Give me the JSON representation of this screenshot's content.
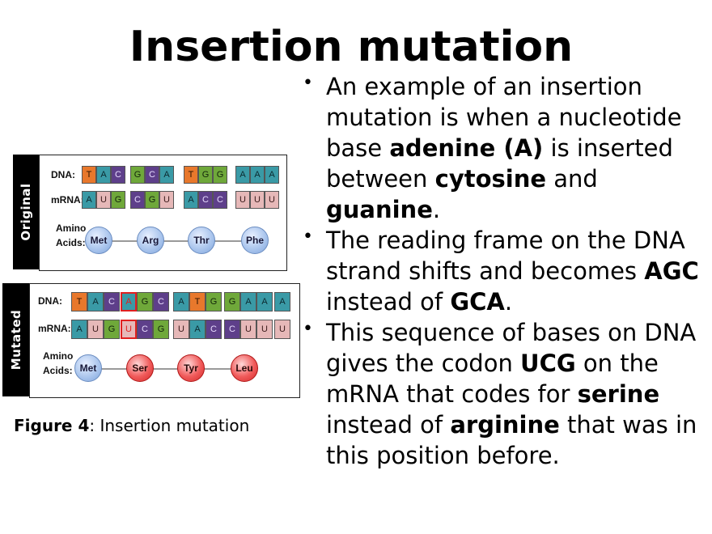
{
  "title": "Insertion mutation",
  "bullets": [
    [
      {
        "t": "An example of an insertion mutation is when a nucleotide base ",
        "b": false
      },
      {
        "t": "adenine (A)",
        "b": true
      },
      {
        "t": " is inserted between ",
        "b": false
      },
      {
        "t": "cytosine",
        "b": true
      },
      {
        "t": " and ",
        "b": false
      },
      {
        "t": "guanine",
        "b": true
      },
      {
        "t": ".",
        "b": false
      }
    ],
    [
      {
        "t": "The reading frame on the DNA strand shifts and becomes ",
        "b": false
      },
      {
        "t": "AGC",
        "b": true
      },
      {
        "t": " instead of ",
        "b": false
      },
      {
        "t": "GCA",
        "b": true
      },
      {
        "t": ".",
        "b": false
      }
    ],
    [
      {
        "t": "This sequence of bases on DNA gives the codon ",
        "b": false
      },
      {
        "t": "UCG",
        "b": true
      },
      {
        "t": " on the mRNA that codes for ",
        "b": false
      },
      {
        "t": "serine",
        "b": true
      },
      {
        "t": " instead of ",
        "b": false
      },
      {
        "t": "arginine",
        "b": true
      },
      {
        "t": " that was in this position before.",
        "b": false
      }
    ]
  ],
  "figure": {
    "caption_bold": "Figure 4",
    "caption_rest": ": Insertion mutation",
    "labels": {
      "dna": "DNA:",
      "mrna": "mRNA:",
      "amino1": "Amino",
      "amino2": "Acids:"
    },
    "original": {
      "side_label": "Original",
      "dna": [
        [
          "T",
          "A",
          "C"
        ],
        [
          "G",
          "C",
          "A"
        ],
        [
          "T",
          "G",
          "G"
        ],
        [
          "A",
          "A",
          "A"
        ]
      ],
      "mrna": [
        [
          "A",
          "U",
          "G"
        ],
        [
          "C",
          "G",
          "U"
        ],
        [
          "A",
          "C",
          "C"
        ],
        [
          "U",
          "U",
          "U"
        ]
      ],
      "amino_acids": [
        {
          "name": "Met",
          "color": "blue"
        },
        {
          "name": "Arg",
          "color": "blue"
        },
        {
          "name": "Thr",
          "color": "blue"
        },
        {
          "name": "Phe",
          "color": "blue"
        }
      ]
    },
    "mutated": {
      "side_label": "Mutated",
      "dna": [
        [
          "T",
          "A",
          "C"
        ],
        [
          "A",
          "G",
          "C"
        ],
        [
          "A",
          "T",
          "G"
        ],
        [
          "G",
          "A",
          "A"
        ],
        [
          "A"
        ]
      ],
      "mrna": [
        [
          "A",
          "U",
          "G"
        ],
        [
          "U",
          "C",
          "G"
        ],
        [
          "U",
          "A",
          "C"
        ],
        [
          "C",
          "U",
          "U"
        ],
        [
          "U"
        ]
      ],
      "amino_acids": [
        {
          "name": "Met",
          "color": "blue"
        },
        {
          "name": "Ser",
          "color": "red"
        },
        {
          "name": "Tyr",
          "color": "red"
        },
        {
          "name": "Leu",
          "color": "red"
        }
      ]
    },
    "base_colors": {
      "A": "#3a9aa6",
      "T": "#e8782c",
      "C": "#5e3f8a",
      "G": "#6fa83a",
      "U": "#e6b8b8"
    },
    "base_text_colors": {
      "A": "#0c2a30",
      "T": "#2a1200",
      "C": "#e8dcff",
      "G": "#12240a",
      "U": "#3a1a1a"
    }
  }
}
